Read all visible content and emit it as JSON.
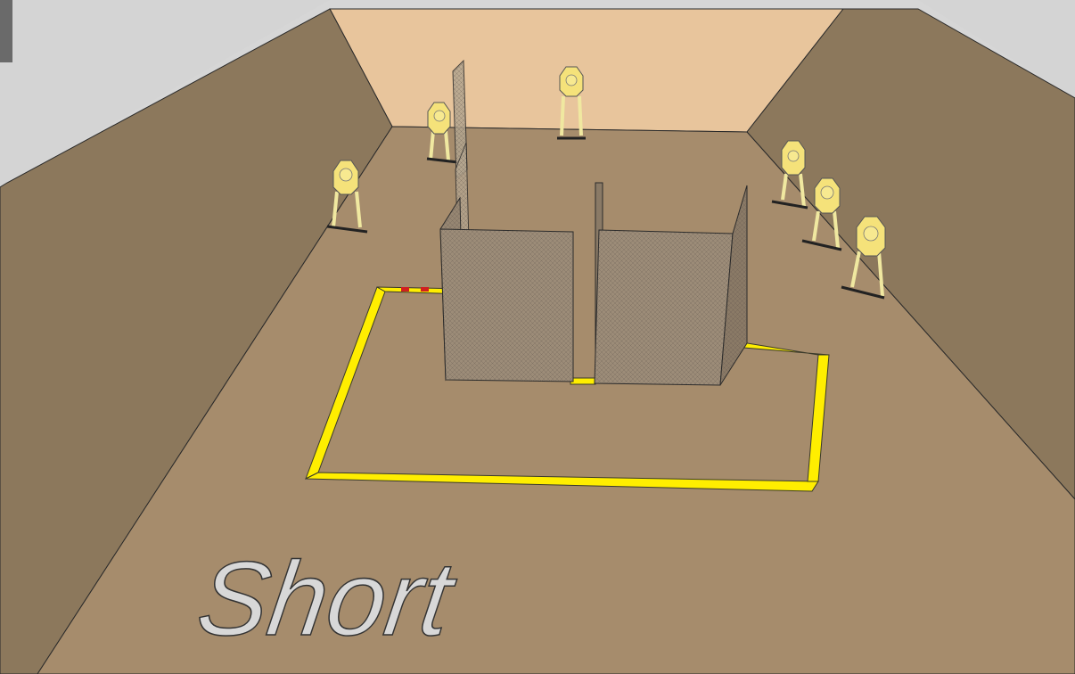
{
  "scene": {
    "floor_label": "Short",
    "colors": {
      "sky": "#d6d6d6",
      "back_wall": "#e8c59c",
      "side_wall": "#8c785c",
      "floor": "#a68c6c",
      "fault_line": "#ffee00",
      "fault_line_marker": "#d02020",
      "target_face": "#f5e27a",
      "target_stand": "#f0e8a0",
      "barricade_panel": "#9c8c78",
      "label_fill": "#d8d8d8"
    },
    "objects": {
      "target_count": 6,
      "barricade_count": 4,
      "shooting_box": "fault-line-outline"
    }
  }
}
